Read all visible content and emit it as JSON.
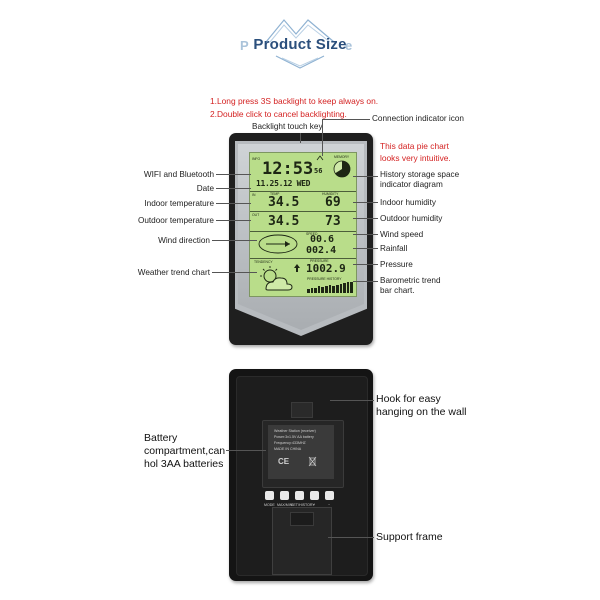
{
  "header": {
    "title": "Product Size",
    "ghost_left": "P",
    "ghost_right": "e"
  },
  "notes": {
    "backlight_1": "1.Long press 3S backlight to keep always on.",
    "backlight_2": "2.Double click to cancel backlighting.",
    "pie_chart_1": "This data pie chart",
    "pie_chart_2": "looks very intuitive."
  },
  "front_labels": {
    "backlight_touch_key": "Backlight touch key",
    "connection_indicator": "Connection indicator icon",
    "wifi_bluetooth": "WIFI and Bluetooth",
    "date": "Date",
    "indoor_temperature": "Indoor temperature",
    "outdoor_temperature": "Outdoor temperature",
    "wind_direction": "Wind direction",
    "weather_trend_chart": "Weather trend chart",
    "history_storage_1": "History storage space",
    "history_storage_2": "indicator diagram",
    "indoor_humidity": "Indoor humidity",
    "outdoor_humidity": "Outdoor humidity",
    "wind_speed": "Wind speed",
    "rainfall": "Rainfall",
    "pressure": "Pressure",
    "barometric_1": "Barometric trend",
    "barometric_2": "bar chart."
  },
  "back_labels": {
    "hook_1": "Hook for easy",
    "hook_2": "hanging on the wall",
    "battery_1": "Battery",
    "battery_2": "compartment,can",
    "battery_3": "hol 3AA batteries",
    "support_frame": "Support frame"
  },
  "lcd": {
    "time": "12:53",
    "seconds": "56",
    "date": "11.25.12 WED",
    "indoor_temp": "34.5",
    "indoor_humidity": "69",
    "outdoor_temp": "34.5",
    "outdoor_humidity": "73",
    "wind_speed": "00.6",
    "rainfall": "002.4",
    "pressure": "1002.9",
    "memory_label": "MEMORY",
    "temp_label": "TEMP",
    "humidity_label": "HUMIDITY",
    "speed_label": "SPEED",
    "tendency_label": "TENDENCY",
    "pressure_label": "PRESSURE",
    "pressure_history_label": "PRESSURE HISTORY",
    "in_label": "IN",
    "out_label": "OUT",
    "info_label": "INFO",
    "barometric_bars": [
      0.35,
      0.45,
      0.4,
      0.55,
      0.5,
      0.6,
      0.65,
      0.6,
      0.7,
      0.75,
      0.8,
      0.9,
      0.95
    ]
  },
  "back_sticker": {
    "line_1": "Weather Station (receiver)",
    "line_2": "Power:3x1.5V AA battery",
    "line_3": "Frequency:433MHZ",
    "line_4": "MADE IN CHINA",
    "ce": "CE"
  },
  "back_buttons": [
    {
      "label": "MODE"
    },
    {
      "label": "MAX/MIN"
    },
    {
      "label": "SET/HISTORY"
    },
    {
      "label": "+"
    },
    {
      "label": "−"
    }
  ],
  "colors": {
    "title": "#2b4f7c",
    "note_red": "#d42222",
    "lcd": "#b9dd8a",
    "case": "#1f1f1f"
  }
}
